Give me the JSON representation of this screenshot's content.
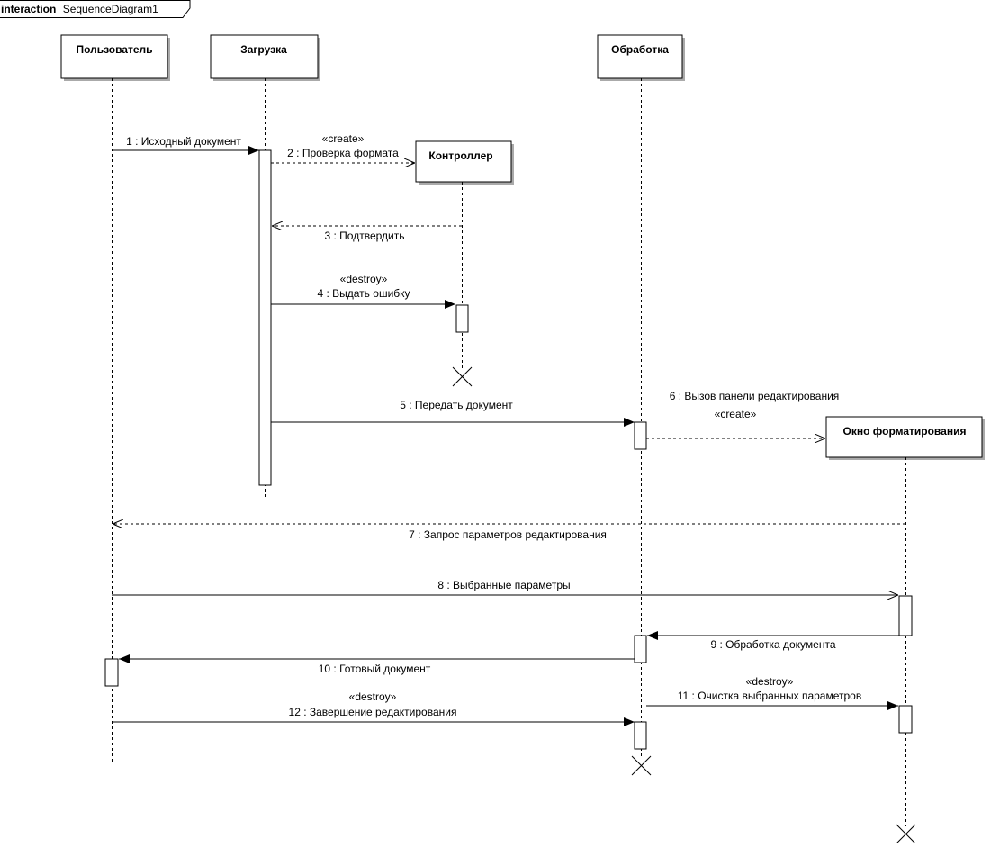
{
  "frame": {
    "keyword": "interaction",
    "name": "SequenceDiagram1"
  },
  "lifelines": [
    {
      "id": "user",
      "name": "Пользователь"
    },
    {
      "id": "load",
      "name": "Загрузка"
    },
    {
      "id": "proc",
      "name": "Обработка"
    },
    {
      "id": "ctrl",
      "name": "Контроллер"
    },
    {
      "id": "win",
      "name": "Окно форматирования"
    }
  ],
  "messages": [
    {
      "label": "1 : Исходный документ",
      "stereotype": "",
      "kind": "sync"
    },
    {
      "label": "2 : Проверка формата",
      "stereotype": "«create»",
      "kind": "create"
    },
    {
      "label": "3 : Подтвердить",
      "stereotype": "",
      "kind": "reply"
    },
    {
      "label": "4 : Выдать ошибку",
      "stereotype": "«destroy»",
      "kind": "sync"
    },
    {
      "label": "5 : Передать документ",
      "stereotype": "",
      "kind": "sync"
    },
    {
      "label": "6 : Вызов панели редактирования",
      "stereotype": "«create»",
      "kind": "create"
    },
    {
      "label": "7 : Запрос параметров редактирования",
      "stereotype": "",
      "kind": "reply"
    },
    {
      "label": "8 : Выбранные параметры",
      "stereotype": "",
      "kind": "async"
    },
    {
      "label": "9 : Обработка документа",
      "stereotype": "",
      "kind": "sync"
    },
    {
      "label": "10 : Готовый документ",
      "stereotype": "",
      "kind": "sync"
    },
    {
      "label": "11 : Очистка выбранных параметров",
      "stereotype": "«destroy»",
      "kind": "sync"
    },
    {
      "label": "12 : Завершение редактирования",
      "stereotype": "«destroy»",
      "kind": "sync"
    }
  ]
}
